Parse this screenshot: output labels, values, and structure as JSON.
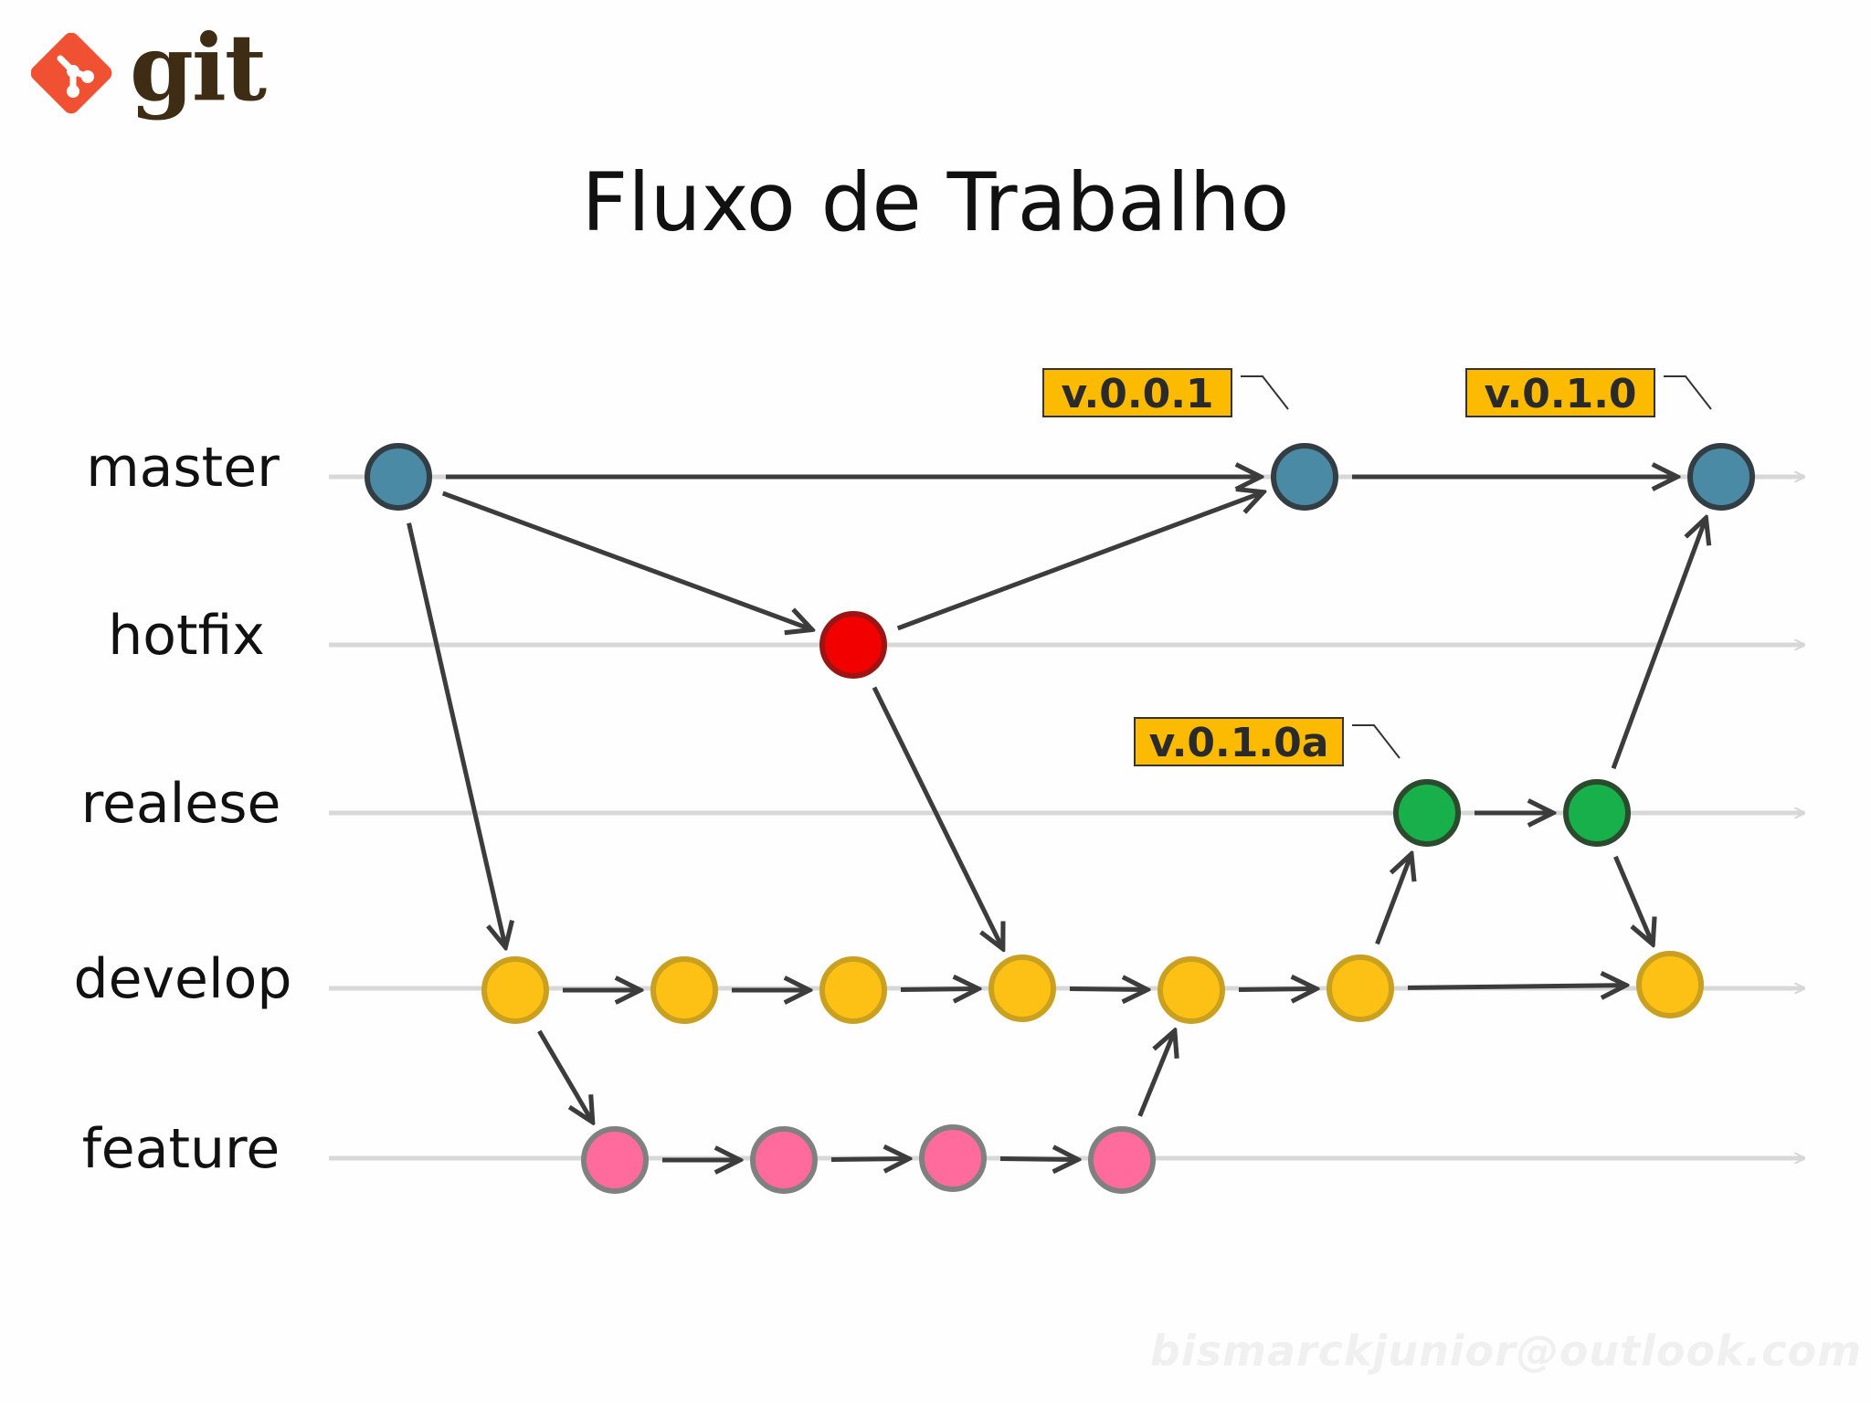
{
  "logo": {
    "text": "git",
    "icon": "git-logo-icon",
    "color": "#f05133"
  },
  "title": "Fluxo de Trabalho",
  "branches": [
    {
      "key": "master",
      "label": "master"
    },
    {
      "key": "hotfix",
      "label": "hotfix"
    },
    {
      "key": "release",
      "label": "realese"
    },
    {
      "key": "develop",
      "label": "develop"
    },
    {
      "key": "feature",
      "label": "feature"
    }
  ],
  "branch_colors": {
    "master": {
      "fill": "#4b8aa4",
      "stroke": "#333d44"
    },
    "hotfix": {
      "fill": "#f20000",
      "stroke": "#9c1414"
    },
    "release": {
      "fill": "#17b04a",
      "stroke": "#2c4a2e"
    },
    "develop": {
      "fill": "#fcc114",
      "stroke": "#c9a020"
    },
    "feature": {
      "fill": "#ff6b9d",
      "stroke": "#808080"
    }
  },
  "commits": [
    {
      "id": "m1",
      "branch": "master"
    },
    {
      "id": "m2",
      "branch": "master"
    },
    {
      "id": "m3",
      "branch": "master"
    },
    {
      "id": "h1",
      "branch": "hotfix"
    },
    {
      "id": "r1",
      "branch": "release"
    },
    {
      "id": "r2",
      "branch": "release"
    },
    {
      "id": "d1",
      "branch": "develop"
    },
    {
      "id": "d2",
      "branch": "develop"
    },
    {
      "id": "d3",
      "branch": "develop"
    },
    {
      "id": "d4",
      "branch": "develop"
    },
    {
      "id": "d5",
      "branch": "develop"
    },
    {
      "id": "d6",
      "branch": "develop"
    },
    {
      "id": "d7",
      "branch": "develop"
    },
    {
      "id": "f1",
      "branch": "feature"
    },
    {
      "id": "f2",
      "branch": "feature"
    },
    {
      "id": "f3",
      "branch": "feature"
    },
    {
      "id": "f4",
      "branch": "feature"
    }
  ],
  "edges": [
    [
      "m1",
      "m2"
    ],
    [
      "m2",
      "m3"
    ],
    [
      "m1",
      "h1"
    ],
    [
      "h1",
      "m2"
    ],
    [
      "m1",
      "d1"
    ],
    [
      "h1",
      "d4"
    ],
    [
      "d1",
      "d2"
    ],
    [
      "d2",
      "d3"
    ],
    [
      "d3",
      "d4"
    ],
    [
      "d4",
      "d5"
    ],
    [
      "d5",
      "d6"
    ],
    [
      "d6",
      "d7"
    ],
    [
      "d1",
      "f1"
    ],
    [
      "f1",
      "f2"
    ],
    [
      "f2",
      "f3"
    ],
    [
      "f3",
      "f4"
    ],
    [
      "f4",
      "d5"
    ],
    [
      "d6",
      "r1"
    ],
    [
      "r1",
      "r2"
    ],
    [
      "r2",
      "m3"
    ],
    [
      "r2",
      "d7"
    ]
  ],
  "tags": [
    {
      "label": "v.0.0.1",
      "commit": "m2"
    },
    {
      "label": "v.0.1.0",
      "commit": "m3"
    },
    {
      "label": "v.0.1.0a",
      "commit": "r1"
    }
  ],
  "tag_color": "#fcbb00",
  "watermark": "bismarckjunior@outlook.com"
}
